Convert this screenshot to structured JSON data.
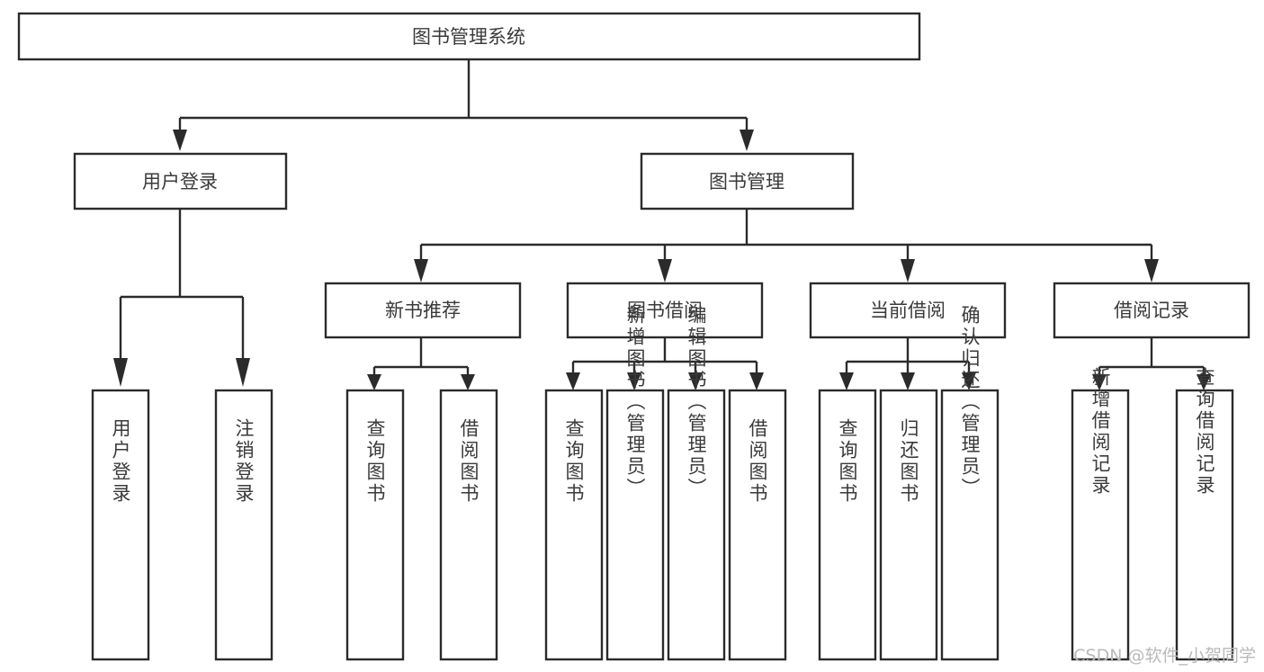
{
  "diagram": {
    "title": "图书管理系统",
    "type": "tree",
    "orientation": "top-down",
    "colors": {
      "box_stroke": "#2b2b2b",
      "box_fill": "#ffffff",
      "text": "#3a3a3a",
      "connector": "#2b2b2b",
      "watermark": "#b9b9b9",
      "background": "#ffffff"
    },
    "root": {
      "id": "root",
      "label": "图书管理系统",
      "orient": "horizontal"
    },
    "level2": [
      {
        "id": "user-login",
        "label": "用户登录",
        "orient": "horizontal"
      },
      {
        "id": "book-management",
        "label": "图书管理",
        "orient": "horizontal"
      }
    ],
    "level3": [
      {
        "id": "new-book-recommend",
        "label": "新书推荐",
        "orient": "horizontal",
        "parent": "book-management"
      },
      {
        "id": "book-borrow",
        "label": "图书借阅",
        "orient": "horizontal",
        "parent": "book-management"
      },
      {
        "id": "current-borrow",
        "label": "当前借阅",
        "orient": "horizontal",
        "parent": "book-management"
      },
      {
        "id": "borrow-record",
        "label": "借阅记录",
        "orient": "horizontal",
        "parent": "book-management"
      }
    ],
    "leaves": [
      {
        "id": "leaf-user-login",
        "label": "用户登录",
        "orient": "vertical",
        "parent": "user-login"
      },
      {
        "id": "leaf-logout-login",
        "label": "注销登录",
        "orient": "vertical",
        "parent": "user-login"
      },
      {
        "id": "leaf-query-book-1",
        "label": "查询图书",
        "orient": "vertical",
        "parent": "new-book-recommend"
      },
      {
        "id": "leaf-borrow-book-1",
        "label": "借阅图书",
        "orient": "vertical",
        "parent": "new-book-recommend"
      },
      {
        "id": "leaf-query-book-2",
        "label": "查询图书",
        "orient": "vertical",
        "parent": "book-borrow"
      },
      {
        "id": "leaf-add-book-admin",
        "label": "新增图书（管理员）",
        "orient": "vertical",
        "parent": "book-borrow"
      },
      {
        "id": "leaf-edit-book-admin",
        "label": "编辑图书（管理员）",
        "orient": "vertical",
        "parent": "book-borrow"
      },
      {
        "id": "leaf-borrow-book-2",
        "label": "借阅图书",
        "orient": "vertical",
        "parent": "book-borrow"
      },
      {
        "id": "leaf-query-book-3",
        "label": "查询图书",
        "orient": "vertical",
        "parent": "current-borrow"
      },
      {
        "id": "leaf-return-book",
        "label": "归还图书",
        "orient": "vertical",
        "parent": "current-borrow"
      },
      {
        "id": "leaf-confirm-return-admin",
        "label": "确认归还（管理员）",
        "orient": "vertical",
        "parent": "current-borrow"
      },
      {
        "id": "leaf-add-borrow-record",
        "label": "新增借阅记录",
        "orient": "vertical",
        "parent": "borrow-record"
      },
      {
        "id": "leaf-query-borrow-record",
        "label": "查询借阅记录",
        "orient": "vertical",
        "parent": "borrow-record"
      }
    ]
  },
  "watermark": {
    "text": "CSDN @软件_小贺同学"
  }
}
